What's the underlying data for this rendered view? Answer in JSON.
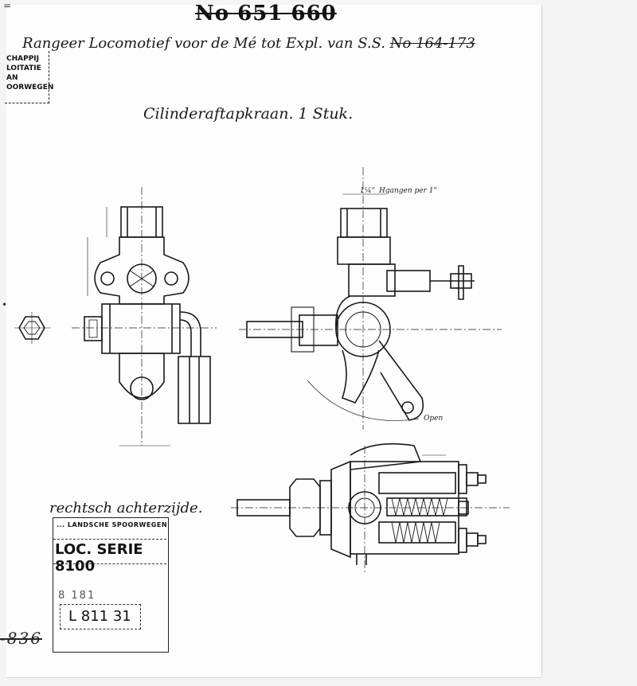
{
  "drawing_number": "No 651 660",
  "header": {
    "text": "Rangeer Locomotief voor de Mé tot Expl. van S.S.",
    "struck_text": "No 164-173"
  },
  "part_title": "Cilinderaftapkraan. 1 Stuk.",
  "view_label": "rechtsch achterzijde.",
  "left_stamp": {
    "lines": [
      "CHAPPIJ",
      "LOITATIE",
      "AN",
      "OORWEGEN"
    ]
  },
  "archive_stamp": {
    "org": "... LANDSCHE SPOORWEGEN",
    "series": "LOC. SERIE 8100",
    "faint_code": "8 181",
    "ref": "L 811 31"
  },
  "drawing_notes": {
    "thread": "Hgangen per 1\"",
    "thread_size": "1¼\"",
    "open_label": "Open"
  },
  "bottom_scribble": "-836"
}
